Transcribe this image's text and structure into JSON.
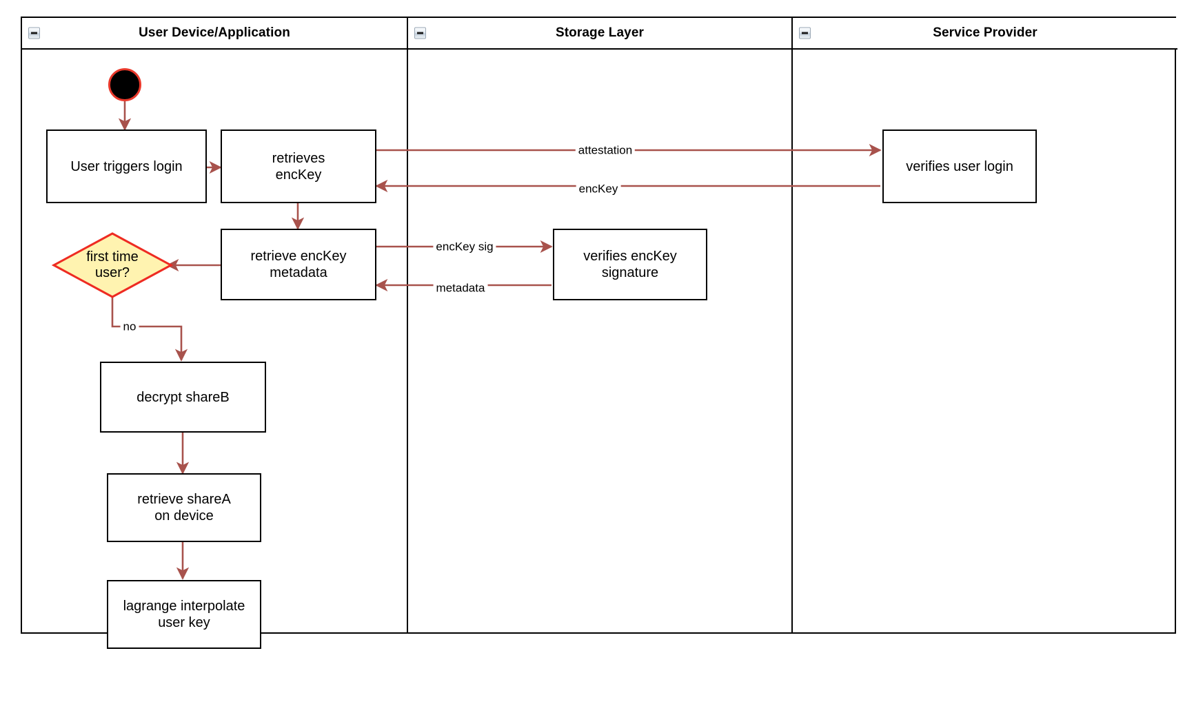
{
  "diagram": {
    "type": "swimlane-activity-diagram",
    "colors": {
      "lane_border": "#000000",
      "node_border": "#000000",
      "edge": "#a8524c",
      "decision_fill": "#fff3b0",
      "decision_border": "#ee2b22",
      "start_fill": "#000000",
      "start_border": "#e8392b",
      "background": "#ffffff"
    },
    "lanes": [
      {
        "id": "lane-user-device",
        "title": "User Device/Application",
        "collapse_icon": "collapse-minus-icon"
      },
      {
        "id": "lane-storage",
        "title": "Storage Layer",
        "collapse_icon": "collapse-minus-icon"
      },
      {
        "id": "lane-service-provider",
        "title": "Service Provider",
        "collapse_icon": "collapse-minus-icon"
      }
    ],
    "nodes": [
      {
        "id": "start",
        "lane": "lane-user-device",
        "shape": "initial-node",
        "label": ""
      },
      {
        "id": "user-triggers-login",
        "lane": "lane-user-device",
        "shape": "activity",
        "label": "User triggers login"
      },
      {
        "id": "retrieves-enckey",
        "lane": "lane-user-device",
        "shape": "activity",
        "label": "retrieves\nencKey"
      },
      {
        "id": "retrieve-enckey-metadata",
        "lane": "lane-user-device",
        "shape": "activity",
        "label": "retrieve encKey\nmetadata"
      },
      {
        "id": "first-time-user",
        "lane": "lane-user-device",
        "shape": "decision",
        "label": "first time\nuser?"
      },
      {
        "id": "decrypt-shareb",
        "lane": "lane-user-device",
        "shape": "activity",
        "label": "decrypt shareB"
      },
      {
        "id": "retrieve-sharea-on-device",
        "lane": "lane-user-device",
        "shape": "activity",
        "label": "retrieve shareA\non device"
      },
      {
        "id": "lagrange-interpolate-user-key",
        "lane": "lane-user-device",
        "shape": "activity",
        "label": "lagrange interpolate\nuser key"
      },
      {
        "id": "verifies-enckey-signature",
        "lane": "lane-storage",
        "shape": "activity",
        "label": "verifies encKey\nsignature"
      },
      {
        "id": "verifies-user-login",
        "lane": "lane-service-provider",
        "shape": "activity",
        "label": "verifies user login"
      }
    ],
    "edges": [
      {
        "id": "e-start-login",
        "from": "start",
        "to": "user-triggers-login",
        "label": ""
      },
      {
        "id": "e-login-retrieves",
        "from": "user-triggers-login",
        "to": "retrieves-enckey",
        "label": ""
      },
      {
        "id": "e-attestation",
        "from": "retrieves-enckey",
        "to": "verifies-user-login",
        "label": "attestation"
      },
      {
        "id": "e-enckey",
        "from": "verifies-user-login",
        "to": "retrieves-enckey",
        "label": "encKey"
      },
      {
        "id": "e-retrieves-metadata",
        "from": "retrieves-enckey",
        "to": "retrieve-enckey-metadata",
        "label": ""
      },
      {
        "id": "e-enckey-sig",
        "from": "retrieve-enckey-metadata",
        "to": "verifies-enckey-signature",
        "label": "encKey sig"
      },
      {
        "id": "e-metadata",
        "from": "verifies-enckey-signature",
        "to": "retrieve-enckey-metadata",
        "label": "metadata"
      },
      {
        "id": "e-metadata-decision",
        "from": "retrieve-enckey-metadata",
        "to": "first-time-user",
        "label": ""
      },
      {
        "id": "e-no",
        "from": "first-time-user",
        "to": "decrypt-shareb",
        "label": "no"
      },
      {
        "id": "e-shareb-sharea",
        "from": "decrypt-shareb",
        "to": "retrieve-sharea-on-device",
        "label": ""
      },
      {
        "id": "e-sharea-lagrange",
        "from": "retrieve-sharea-on-device",
        "to": "lagrange-interpolate-user-key",
        "label": ""
      }
    ]
  }
}
